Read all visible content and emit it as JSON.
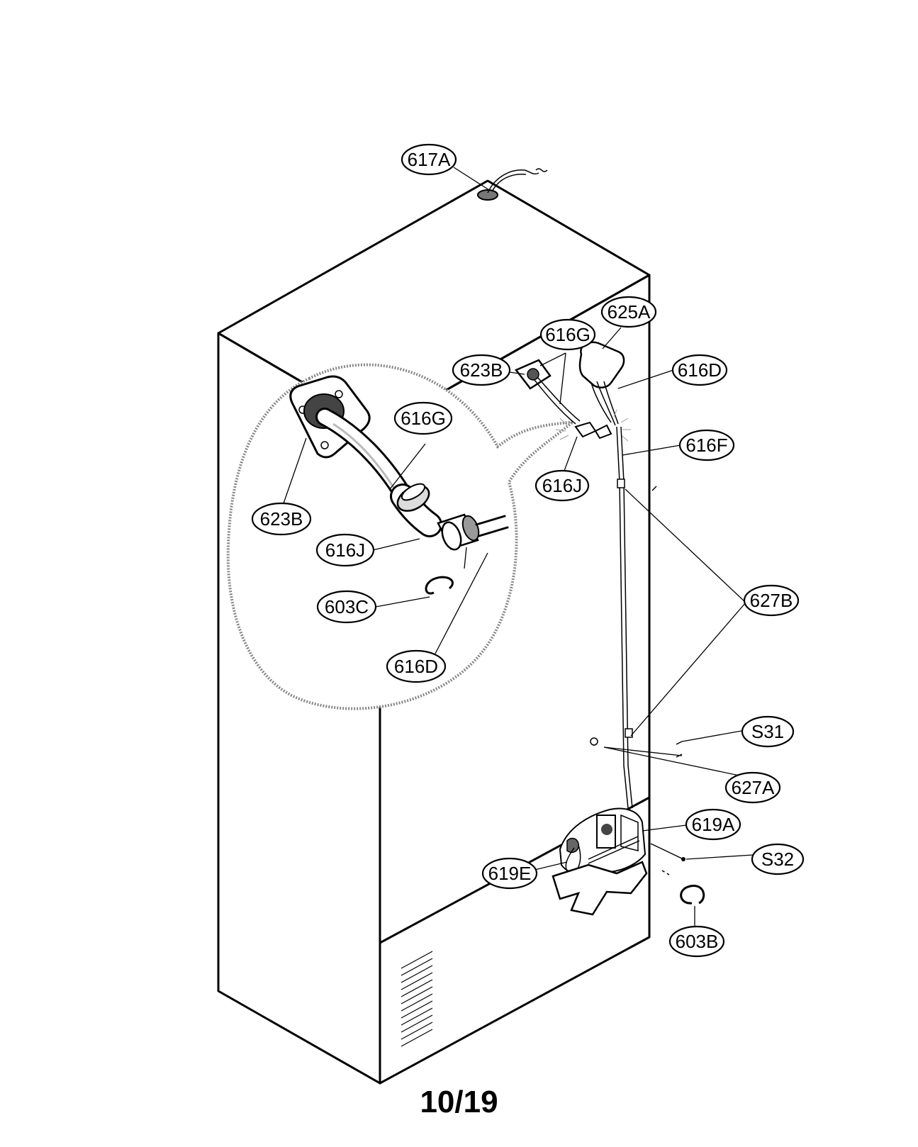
{
  "labels": {
    "l_617A": "617A",
    "l_625A": "625A",
    "l_616G_top": "616G",
    "l_623B_top": "623B",
    "l_616D_top": "616D",
    "l_616F": "616F",
    "l_616J_top": "616J",
    "l_616G_detail": "616G",
    "l_623B_detail": "623B",
    "l_616J_detail": "616J",
    "l_603C": "603C",
    "l_616D_detail": "616D",
    "l_627B": "627B",
    "l_S31": "S31",
    "l_627A": "627A",
    "l_619A": "619A",
    "l_S32": "S32",
    "l_619E": "619E",
    "l_603B": "603B"
  },
  "page_number": "10/19"
}
